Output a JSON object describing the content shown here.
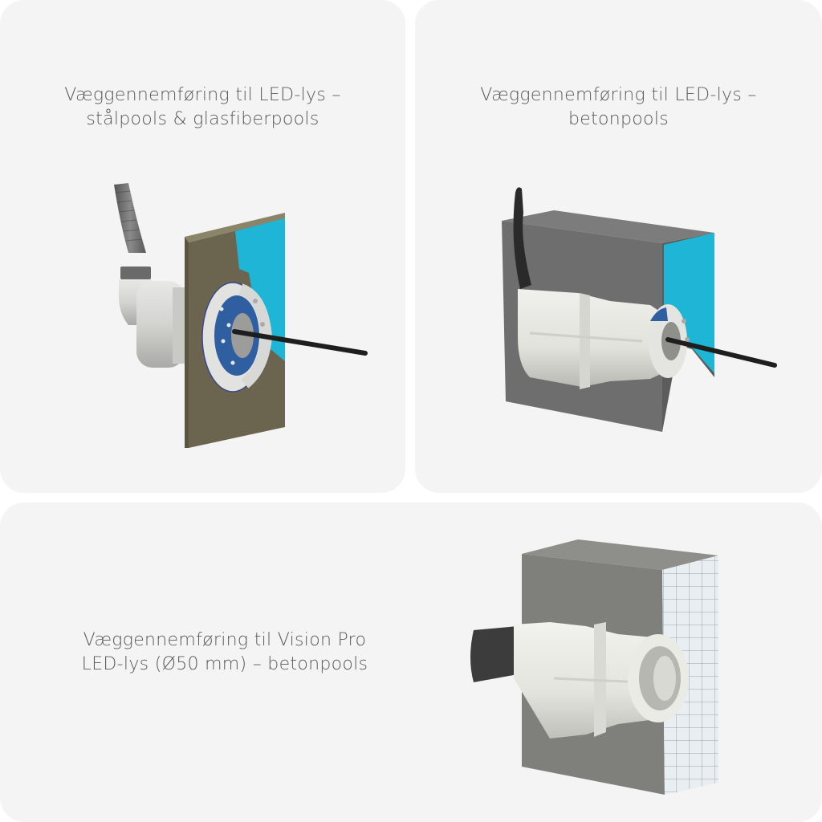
{
  "cards": [
    {
      "title": "Væggennemføring til LED-lys – stålpools & glasfiberpools",
      "illustration": "wall-feedthrough-steel-fiberglass-icon"
    },
    {
      "title": "Væggennemføring til LED-lys – betonpools",
      "illustration": "wall-feedthrough-concrete-icon"
    },
    {
      "title": "Væggennemføring til Vision Pro LED-lys (Ø50 mm) – betonpools",
      "illustration": "wall-feedthrough-vision-pro-icon"
    }
  ],
  "colors": {
    "card_bg": "#f4f4f4",
    "page_bg": "#ffffff",
    "text": "#5a5a5a",
    "pool_blue": "#1fb5d6",
    "wood_panel": "#6b654f",
    "concrete": "#707070",
    "gasket_blue": "#2f5fa0"
  }
}
